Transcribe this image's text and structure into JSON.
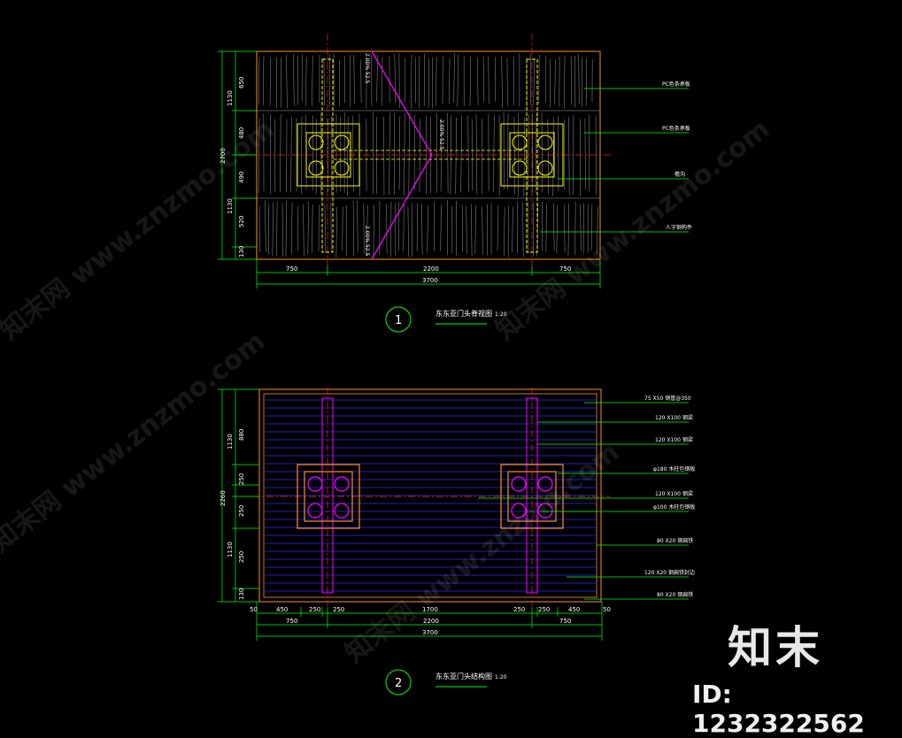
{
  "plan1": {
    "number": "1",
    "title": "东东亚门头脊视图",
    "scale": "1:20",
    "dims_left": [
      "650",
      "480",
      "490",
      "520",
      "130"
    ],
    "dims_left_outer": [
      "1130",
      "2700",
      "1130"
    ],
    "dims_bottom": [
      "750",
      "2200",
      "750"
    ],
    "dims_total": "3700",
    "slope_labels": [
      "2.00% 52.5",
      "2.00% 52.5",
      "2.00% 52.5"
    ],
    "callouts": [
      "PC色条承板",
      "PC色条承板",
      "檐沟",
      "人字钢构件"
    ]
  },
  "plan2": {
    "number": "2",
    "title": "东东亚门头结构图",
    "scale": "1:20",
    "dims_left": [
      "880",
      "250",
      "250",
      "250",
      "130"
    ],
    "dims_left_outer": [
      "1130",
      "2260",
      "1130"
    ],
    "dims_bottom": [
      "50",
      "450",
      "250",
      "250",
      "1700",
      "250",
      "250",
      "450",
      "50"
    ],
    "dims_mid": [
      "750",
      "2200",
      "750"
    ],
    "dims_total": "3700",
    "callouts": [
      "75 X50 钢管@350",
      "120 X100 钢梁",
      "120 X100 钢梁",
      "φ180 木柱包钢板",
      "120 X100 钢梁",
      "φ100 木柱包钢板",
      "80 X20 钢扁铁",
      "120 X20 钢扁铁封边",
      "80 X20 钢扁铁"
    ]
  },
  "watermarks": [
    "知末网 www.znzmo.com",
    "知末网 www.znzmo.com",
    "知末网 www.znzmo.com",
    "知末网 www.znzmo.com"
  ],
  "brand": "知末",
  "id_text": "ID: 1232322562",
  "colors": {
    "background": "#000000",
    "green": "#00ff00",
    "yellow": "#ffff00",
    "magenta": "#ff00ff",
    "red": "#ff2020",
    "orange": "#ff9020",
    "blue": "#2020ff"
  }
}
